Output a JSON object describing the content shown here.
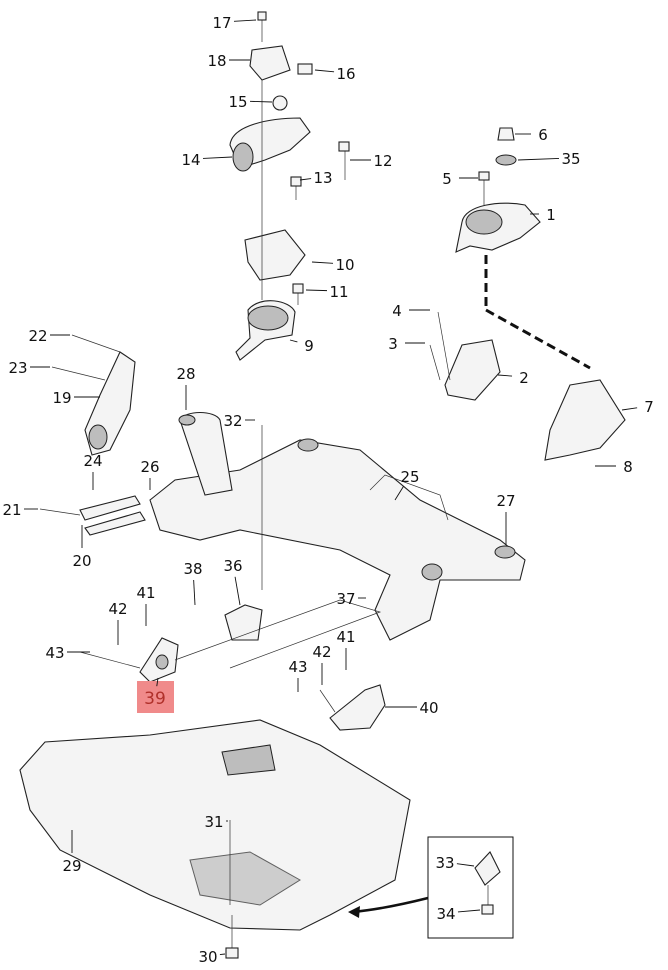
{
  "diagram": {
    "labels": [
      "17",
      "18",
      "16",
      "15",
      "14",
      "12",
      "13",
      "6",
      "35",
      "5",
      "1",
      "10",
      "11",
      "4",
      "3",
      "9",
      "2",
      "22",
      "23",
      "19",
      "28",
      "32",
      "7",
      "8",
      "24",
      "26",
      "25",
      "21",
      "27",
      "20",
      "38",
      "36",
      "37",
      "41",
      "42",
      "43",
      "41",
      "42",
      "43",
      "39",
      "40",
      "31",
      "29",
      "33",
      "34",
      "30"
    ],
    "highlighted_label": "39",
    "highlight_color": "#f08a8a",
    "highlight_text_color": "#b0302a"
  }
}
